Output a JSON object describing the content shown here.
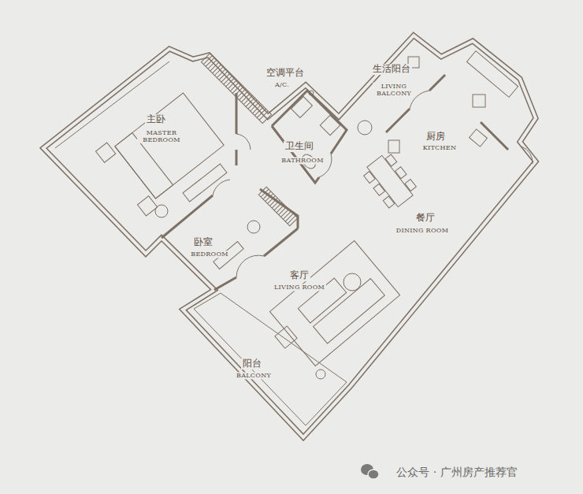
{
  "diagram": {
    "labels": [
      "空调平台",
      "A/C.",
      "主卧",
      "MASTER BEDROOM",
      "生活阳台",
      "LIVING BALCONY",
      "厨房",
      "KITCHEN",
      "卫生间",
      "BATHROOM",
      "餐厅",
      "DINING ROOM",
      "卧室",
      "BEDROOM",
      "客厅",
      "LIVING ROOM",
      "阳台",
      "BALCONY",
      "公众号 · 广州房产推荐官"
    ]
  }
}
